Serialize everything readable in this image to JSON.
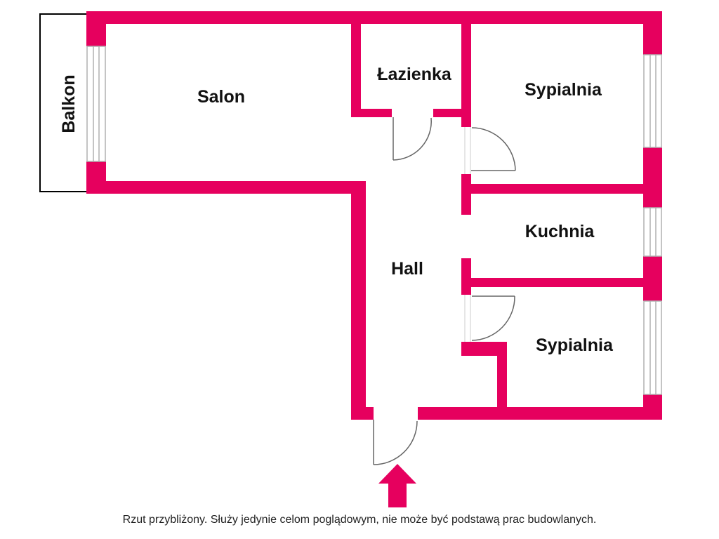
{
  "rooms": {
    "balkon": "Balkon",
    "salon": "Salon",
    "lazienka": "Łazienka",
    "sypialnia_top": "Sypialnia",
    "kuchnia": "Kuchnia",
    "hall": "Hall",
    "sypialnia_bottom": "Sypialnia"
  },
  "disclaimer": "Rzut przybliżony. Służy jedynie celom poglądowym, nie może być podstawą prac budowlanych.",
  "colors": {
    "wall": "#E6005E",
    "arrow": "#E6005E",
    "window": "#d9d9d9"
  },
  "icons": {
    "entrance": "entrance-arrow-icon"
  }
}
